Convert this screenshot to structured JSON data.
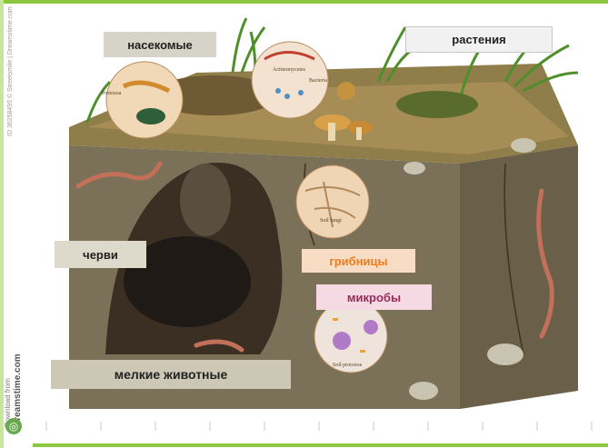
{
  "labels": {
    "insects": "насекомые",
    "plants": "растения",
    "worms": "черви",
    "fungi": "грибницы",
    "microbes": "микробы",
    "small_animals": "мелкие животные"
  },
  "inset_captions": {
    "insects": "Protozoa",
    "bacteria_top": "Actinomycetes",
    "bacteria_right": "Bacteria",
    "fungi": "Soil fungi",
    "protozoa": "Soil protozoa"
  },
  "watermark": {
    "download": "Download from",
    "brand": "Dreamstime.com",
    "side": "ID 36258495 © Streetsmile | Dreamstime.com"
  },
  "colors": {
    "frame": "#8cc63f",
    "fungi_text": "#ef7b1b",
    "microbes_text": "#9b2a56"
  }
}
